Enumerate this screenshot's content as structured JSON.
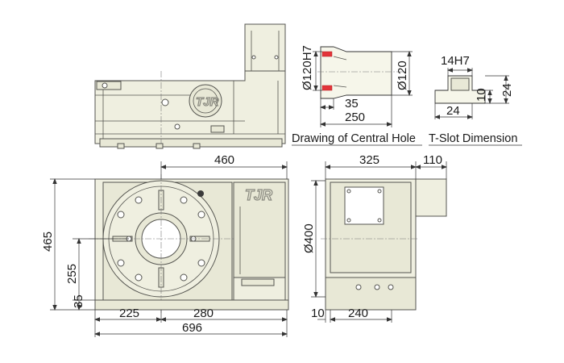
{
  "dimensions": {
    "top_width": "460",
    "depth": "325",
    "motor": "110",
    "height": "465",
    "center_height": "255",
    "slot_offset": "35",
    "left_center": "225",
    "right_center": "280",
    "total_length": "696",
    "table_dia": "Ø400",
    "base_left": "10",
    "base_width": "240"
  },
  "central_hole": {
    "caption": "Drawing of Central Hole",
    "bore_left": "Ø120H7",
    "bore_right": "Ø120",
    "depth_small": "35",
    "depth_total": "250"
  },
  "tslot": {
    "caption": "T-Slot Dimension",
    "width_top": "14H7",
    "height_total": "24",
    "height_slot": "10",
    "width_bottom": "24"
  },
  "brand": {
    "logo": "TJR"
  }
}
